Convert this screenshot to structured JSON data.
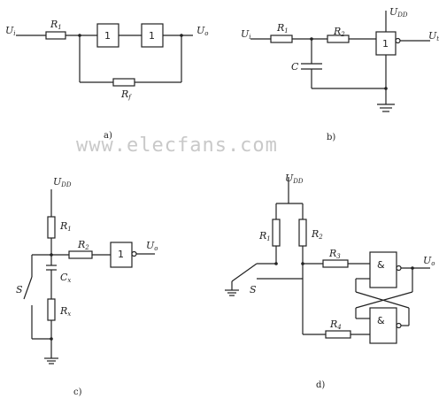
{
  "watermark": "www.elecfans.com",
  "panel_a": {
    "caption": "a)",
    "in_label": "U",
    "in_sub": "i",
    "out_label": "U",
    "out_sub": "o",
    "r1": "R",
    "r1_sub": "1",
    "rf": "R",
    "rf_sub": "f",
    "gate1": "1",
    "gate2": "1"
  },
  "panel_b": {
    "caption": "b)",
    "in_label": "U",
    "in_sub": "i",
    "out_label": "U",
    "out_sub": "t",
    "r1": "R",
    "r1_sub": "1",
    "r2": "R",
    "r2_sub": "2",
    "cap": "C",
    "vdd": "U",
    "vdd_sub": "DD",
    "gate": "1"
  },
  "panel_c": {
    "caption": "c)",
    "vdd": "U",
    "vdd_sub": "DD",
    "r1": "R",
    "r1_sub": "1",
    "r2": "R",
    "r2_sub": "2",
    "cx": "C",
    "cx_sub": "x",
    "rx": "R",
    "rx_sub": "x",
    "switch": "S",
    "out_label": "U",
    "out_sub": "o",
    "gate": "1"
  },
  "panel_d": {
    "caption": "d)",
    "vdd": "U",
    "vdd_sub": "DD",
    "r1": "R",
    "r1_sub": "1",
    "r2": "R",
    "r2_sub": "2",
    "r3": "R",
    "r3_sub": "3",
    "r4": "R",
    "r4_sub": "4",
    "switch": "S",
    "out_label": "U",
    "out_sub": "o",
    "gate1": "&",
    "gate2": "&"
  }
}
